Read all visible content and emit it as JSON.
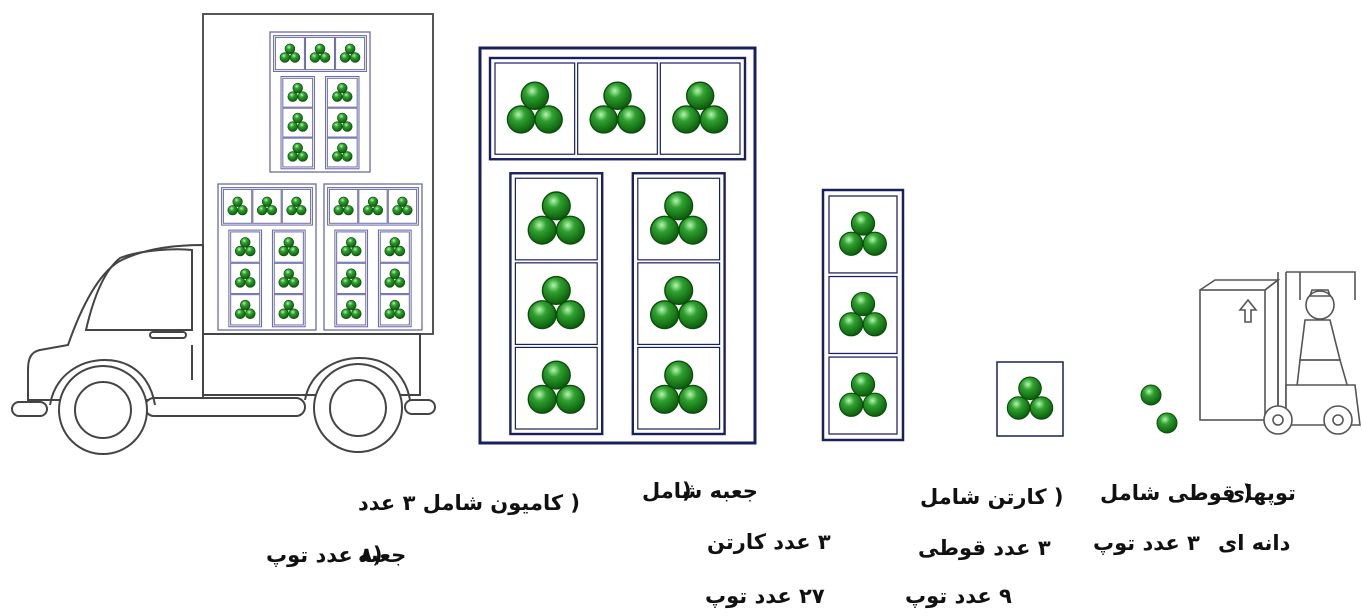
{
  "captions": {
    "truck": {
      "line1": "( کامیون شامل ۳ عدد",
      "line2_a": "جعبه",
      "line2_b": "(۸ عدد توپ"
    },
    "box": {
      "line1_a": "(",
      "line1_b": "جعبه شامل",
      "line2": "۳ عدد کارتن",
      "line3": "۲۷ عدد توپ"
    },
    "carton": {
      "line1": "( کارتن شامل",
      "line2": "۳ عدد قوطی",
      "line3": "۹ عدد توپ"
    },
    "can": {
      "line1": "( قوطی شامل",
      "line2": "۳ عدد توپ"
    },
    "balls": {
      "line1": "توپهای",
      "line2": "دانه ای"
    }
  },
  "colors": {
    "outline": "#1a1f5e",
    "small_outline": "#6a6aa8",
    "ball": "#1f8a1f",
    "ball_highlight": "#7be07b",
    "drawing": "#444444"
  },
  "icons": [
    "truck-icon",
    "forklift-icon",
    "ball-icon",
    "up-arrow-icon"
  ]
}
